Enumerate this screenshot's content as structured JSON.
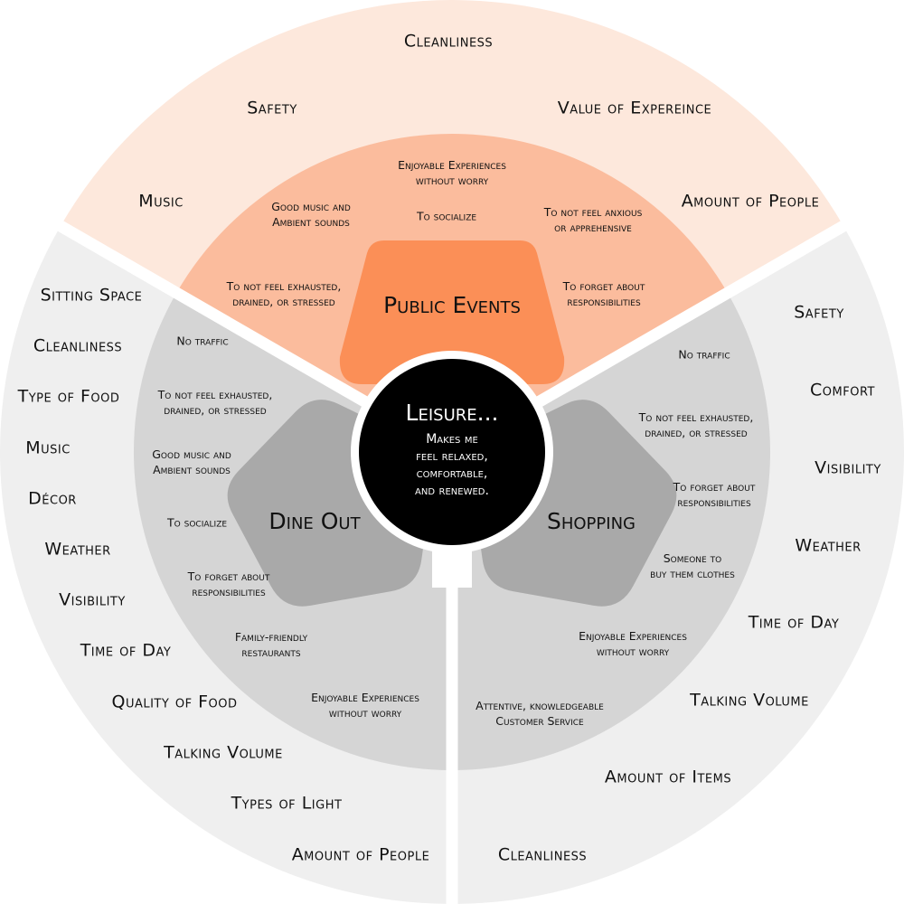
{
  "colors": {
    "public_outer": "#fde8dc",
    "public_inner": "#fbbc9d",
    "public_hub": "#fb8f57",
    "grey_outer": "#efefef",
    "grey_inner": "#d5d5d5",
    "grey_hub": "#a9a9a9",
    "center": "#000000",
    "gap": "#ffffff"
  },
  "center": {
    "title": "Leisure...",
    "lines": [
      "Makes me",
      "feel relaxed,",
      "comfortable,",
      "and renewed."
    ]
  },
  "sectors": {
    "public_events": {
      "label": "Public Events",
      "outer_items": [
        "Cleanliness",
        "Safety",
        "Value of Expereince",
        "Music",
        "Amount of People"
      ],
      "inner_items": [
        [
          "Enjoyable Experiences",
          "without worry"
        ],
        [
          "Good music and",
          "Ambient sounds"
        ],
        [
          "To socialize"
        ],
        [
          "To not feel anxious",
          "or apprehensive"
        ],
        [
          "To not feel exhausted,",
          "drained, or stressed"
        ],
        [
          "To forget about",
          "responsibilities"
        ]
      ]
    },
    "dine_out": {
      "label": "Dine Out",
      "outer_items": [
        "Sitting Space",
        "Cleanliness",
        "Type of Food",
        "Music",
        "Décor",
        "Weather",
        "Visibility",
        "Time of Day",
        "Quality of Food",
        "Talking Volume",
        "Types of Light",
        "Amount of People"
      ],
      "inner_items": [
        [
          "No traffic"
        ],
        [
          "To not feel exhausted,",
          "drained, or stressed"
        ],
        [
          "Good music and",
          "Ambient sounds"
        ],
        [
          "To socialize"
        ],
        [
          "To forget about",
          "responsibilities"
        ],
        [
          "Family-friendly",
          "restaurants"
        ],
        [
          "Enjoyable Experiences",
          "without worry"
        ]
      ]
    },
    "shopping": {
      "label": "Shopping",
      "outer_items": [
        "Safety",
        "Comfort",
        "Visibility",
        "Weather",
        "Time of Day",
        "Talking Volume",
        "Amount of Items",
        "Cleanliness"
      ],
      "inner_items": [
        [
          "No traffic"
        ],
        [
          "To not feel exhausted,",
          "drained, or stressed"
        ],
        [
          "To forget about",
          "responsibilities"
        ],
        [
          "Someone to",
          "buy them clothes"
        ],
        [
          "Enjoyable Experiences",
          "without worry"
        ],
        [
          "Attentive, knowledgeable",
          "Customer Service"
        ]
      ]
    }
  }
}
